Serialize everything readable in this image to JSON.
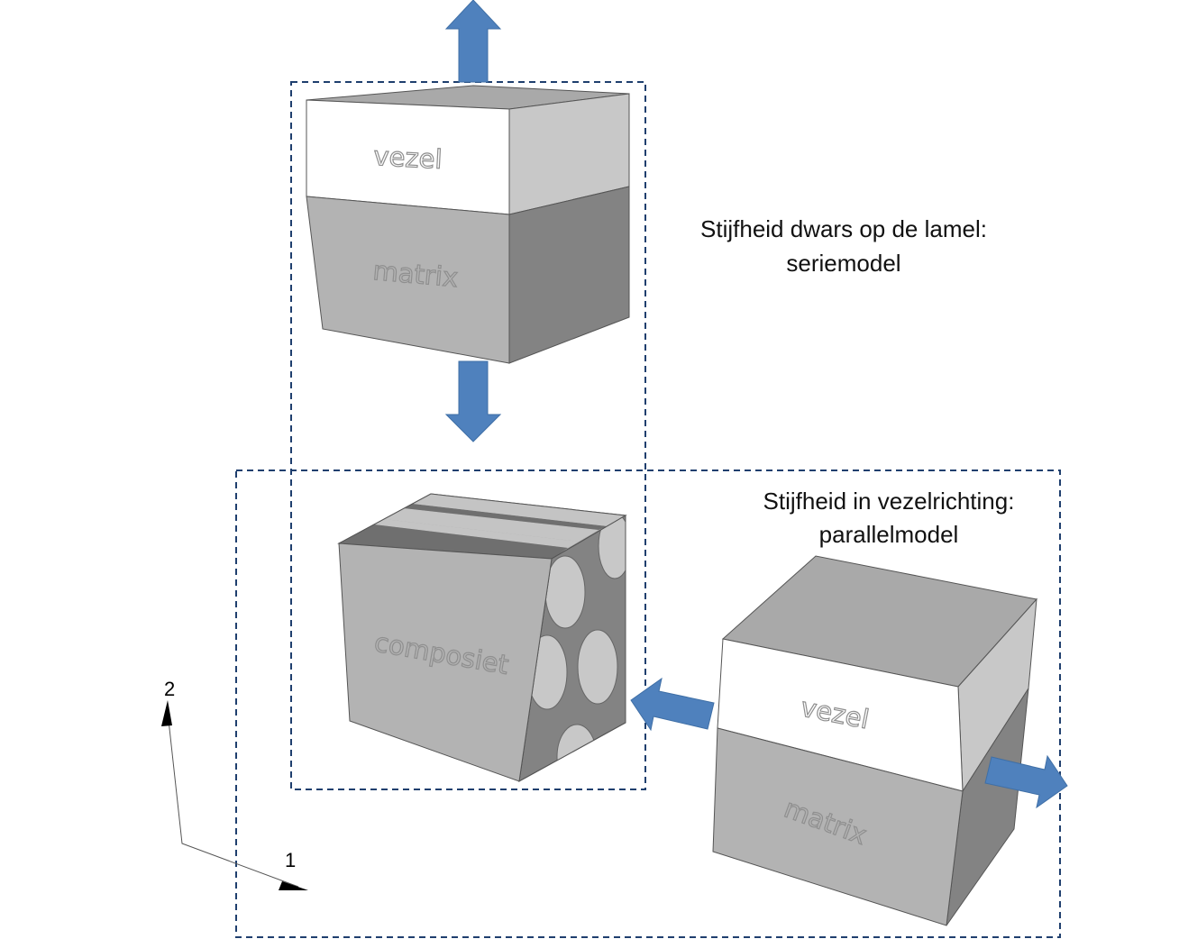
{
  "serie_caption": {
    "line1": "Stijfheid dwars op de lamel:",
    "line2": "seriemodel"
  },
  "parallel_caption": {
    "line1": "Stijfheid in vezelrichting:",
    "line2": "parallelmodel"
  },
  "top_cube": {
    "fiber_label": "vezel",
    "matrix_label": "matrix"
  },
  "composite_cube": {
    "label": "composiet"
  },
  "right_cube": {
    "fiber_label": "vezel",
    "matrix_label": "matrix"
  },
  "axes": {
    "axis_1": "1",
    "axis_2": "2"
  },
  "colors": {
    "arrow_blue": "#4f81bd",
    "dash_blue": "#1f3f6e",
    "fiber_front": "#ffffff",
    "matrix_front": "#b3b3b3",
    "top_face": "#a9a9a9",
    "dark_side": "#838383"
  }
}
